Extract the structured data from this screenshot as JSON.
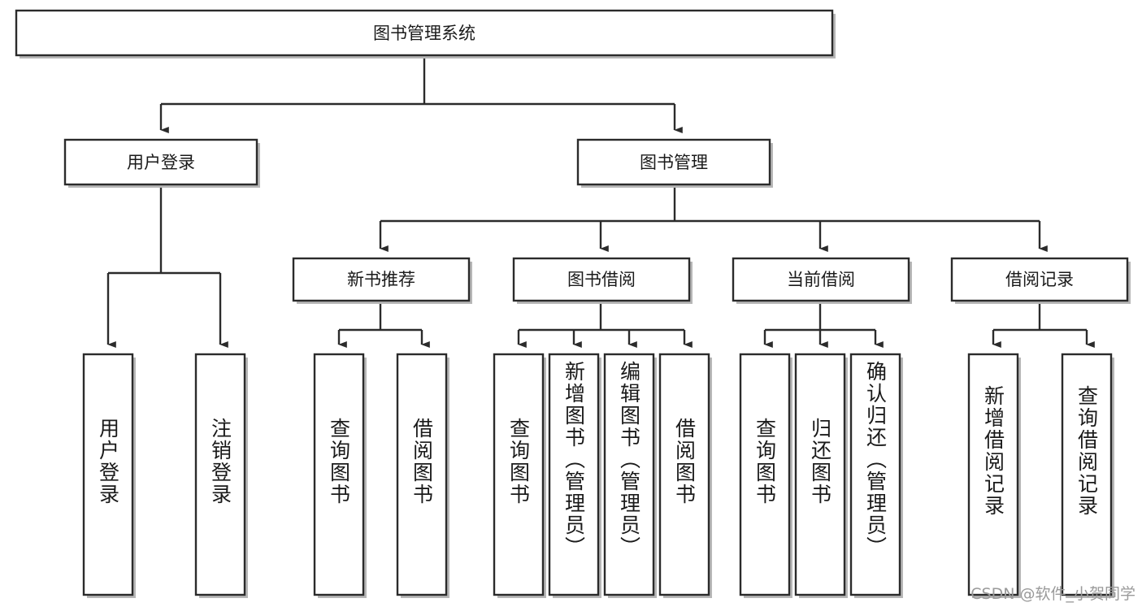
{
  "diagram": {
    "type": "tree",
    "title": "图书管理系统",
    "watermark": "CSDN @软件_小贺同学",
    "colors": {
      "stroke": "#2b2b2b",
      "fill": "#ffffff",
      "text": "#1a1a1a",
      "shadow": "#b7b7b7",
      "watermark": "#9a9a9a"
    },
    "root": {
      "label": "图书管理系统"
    },
    "level2": [
      {
        "label": "用户登录"
      },
      {
        "label": "图书管理"
      }
    ],
    "level3": [
      {
        "label": "新书推荐"
      },
      {
        "label": "图书借阅"
      },
      {
        "label": "当前借阅"
      },
      {
        "label": "借阅记录"
      }
    ],
    "leaves": {
      "user_login": [
        {
          "label": "用户登录"
        },
        {
          "label": "注销登录"
        }
      ],
      "new_book": [
        {
          "label": "查询图书"
        },
        {
          "label": "借阅图书"
        }
      ],
      "borrow_book": [
        {
          "label": "查询图书"
        },
        {
          "label": "新增图书（管理员）"
        },
        {
          "label": "编辑图书（管理员）"
        },
        {
          "label": "借阅图书"
        }
      ],
      "current_borrow": [
        {
          "label": "查询图书"
        },
        {
          "label": "归还图书"
        },
        {
          "label": "确认归还（管理员）"
        }
      ],
      "borrow_record": [
        {
          "label": "新增借阅记录"
        },
        {
          "label": "查询借阅记录"
        }
      ]
    }
  }
}
